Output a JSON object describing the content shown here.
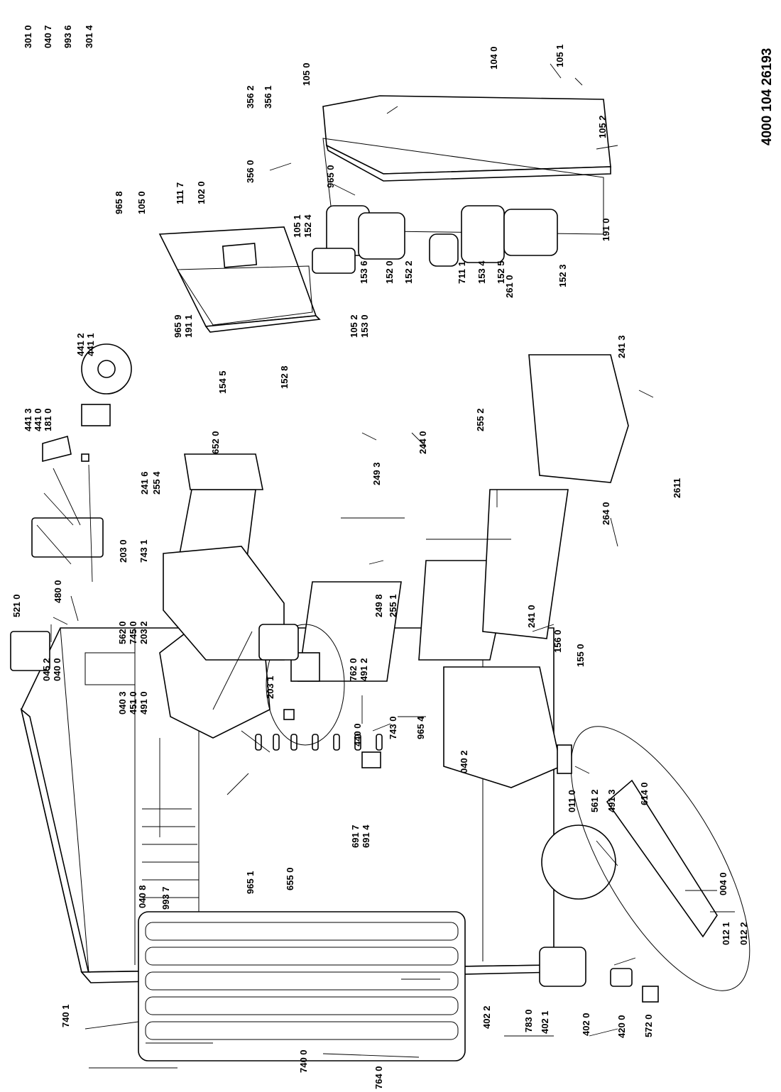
{
  "document_number": "4000 104 26193",
  "labels": [
    "045 2",
    "040 0",
    "301 0",
    "040 7",
    "993 6",
    "301 4",
    "480 0",
    "521 0",
    "562 0",
    "745 0",
    "203 2",
    "040 3",
    "451 0",
    "491 0",
    "203 0",
    "743 1",
    "241 6",
    "255 4",
    "441 3",
    "441 0",
    "181 0",
    "441 2",
    "441 1",
    "652 0",
    "965 8",
    "105 0",
    "111 7",
    "102 0",
    "965 9",
    "191 1",
    "154 5",
    "152 8",
    "356 2",
    "356 1",
    "356 0",
    "105 1",
    "152 4",
    "105 2",
    "153 0",
    "153 6",
    "152 0",
    "152 2",
    "965 0",
    "104 0",
    "105 0",
    "105 1",
    "105 2",
    "191 0",
    "711 1",
    "153 4",
    "152 5",
    "152 3",
    "261 0",
    "241 3",
    "2611",
    "264 0",
    "255 2",
    "244 0",
    "249 3",
    "255 1",
    "249 8",
    "762 0",
    "491 2",
    "440 0",
    "743 0",
    "965 4",
    "040 2",
    "241 0",
    "156 0",
    "155 0",
    "203 1",
    "965 1",
    "655 0",
    "691 7",
    "691 4",
    "040 8",
    "993 7",
    "011 0",
    "561 2",
    "491 3",
    "614 0",
    "004 0",
    "012 1",
    "012 2",
    "740 1",
    "740 0",
    "764 0",
    "402 2",
    "783 0",
    "402 1",
    "402 0",
    "420 0",
    "572 0"
  ]
}
